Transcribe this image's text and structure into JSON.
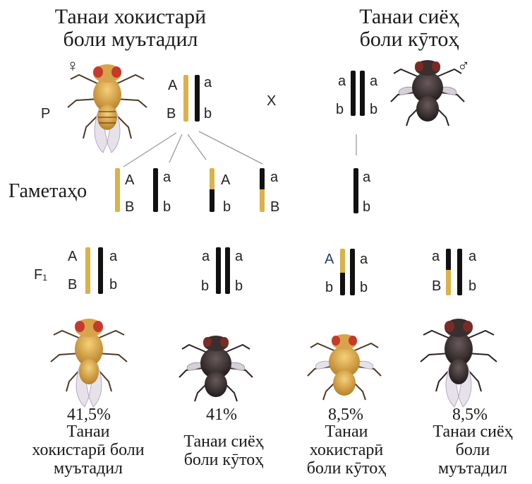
{
  "parents": {
    "female_title": "Танаи хокистарӣ\nболи муътадил",
    "male_title": "Танаи сиёҳ\nболи кӯтоҳ",
    "female_symbol": "♀",
    "male_symbol": "♂",
    "p_label": "P",
    "cross_label": "X"
  },
  "gametes_label": "Гаметаҳо",
  "f1_label": "F₁",
  "alleles": {
    "A": "A",
    "a": "a",
    "B": "B",
    "b": "b"
  },
  "offspring": [
    {
      "percent": "41,5%",
      "caption": "Танаи\nхокистарӣ боли\nмуътадил"
    },
    {
      "percent": "41%",
      "caption": "Танаи сиёҳ\nболи кӯтоҳ"
    },
    {
      "percent": "8,5%",
      "caption": "Танаи\nхокистарӣ\nболи кӯтоҳ"
    },
    {
      "percent": "8,5%",
      "caption": "Танаи сиёҳ\nболи\nмуътадил"
    }
  ],
  "colors": {
    "gray_body_chromosome": "#d8b24a",
    "black_body_chromosome": "#111111"
  }
}
